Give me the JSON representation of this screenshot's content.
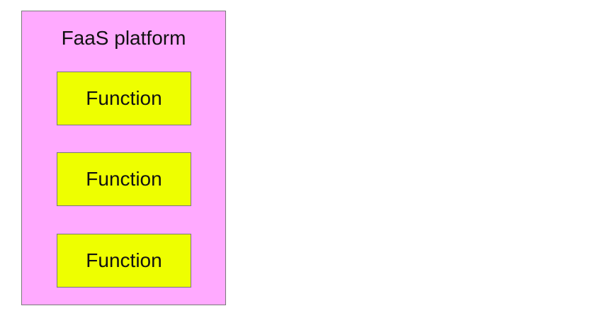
{
  "platform": {
    "title": "FaaS platform",
    "fill_color": "#ffaaff",
    "border_color": "#7a7a7a"
  },
  "functions": [
    {
      "label": "Function"
    },
    {
      "label": "Function"
    },
    {
      "label": "Function"
    }
  ],
  "function_fill_color": "#eeff00"
}
